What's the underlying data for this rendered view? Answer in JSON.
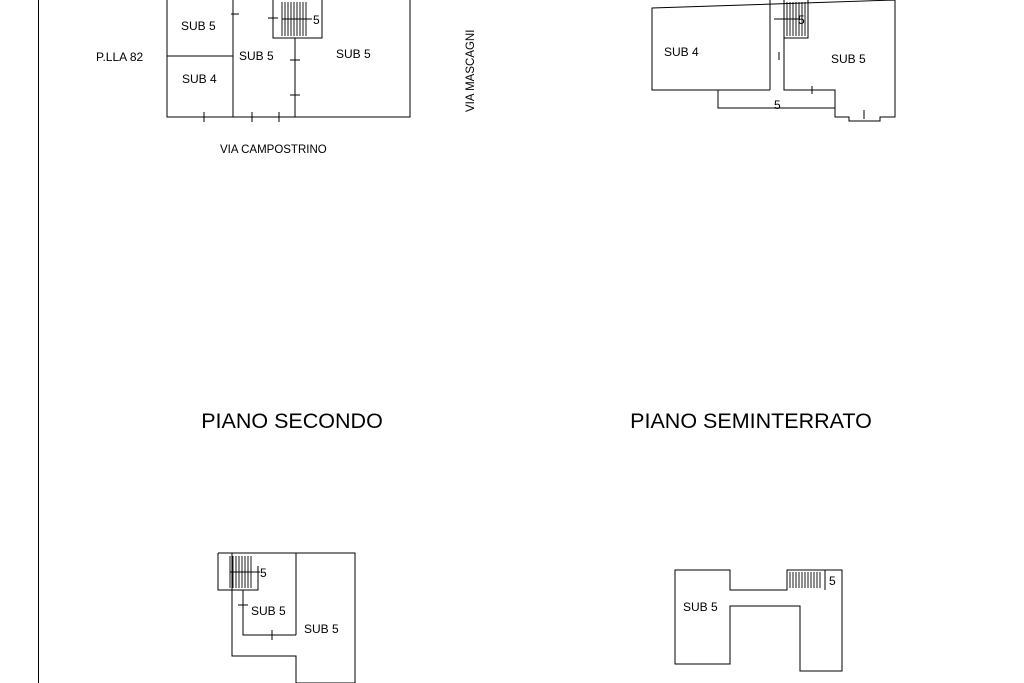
{
  "plans": {
    "ground_floor": {
      "neighbor_parcel": "P.LLA 82",
      "rooms": [
        "SUB 5",
        "SUB 4",
        "SUB 5",
        "SUB 5"
      ],
      "stair_sub": "5",
      "street_bottom": "VIA CAMPOSTRINO",
      "street_right": "VIA MASCAGNI"
    },
    "first_floor": {
      "rooms": [
        "SUB 4",
        "SUB 5",
        "5"
      ],
      "stair_sub": "5"
    },
    "second_floor": {
      "title": "PIANO SECONDO",
      "rooms": [
        "SUB 5",
        "SUB 5"
      ],
      "stair_sub": "5"
    },
    "basement": {
      "title": "PIANO SEMINTERRATO",
      "rooms": [
        "SUB 5"
      ],
      "stair_sub": "5"
    }
  },
  "colors": {
    "line": "#000000",
    "background": "#ffffff"
  }
}
